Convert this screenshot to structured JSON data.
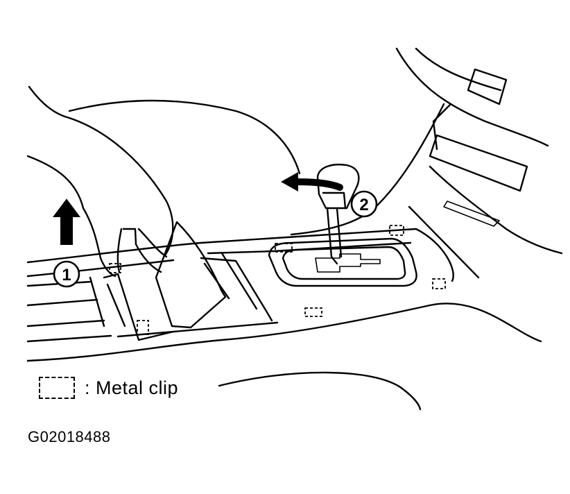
{
  "diagram": {
    "callouts": [
      {
        "id": "callout-1",
        "number": "1"
      },
      {
        "id": "callout-2",
        "number": "2"
      }
    ],
    "legend": {
      "symbol": "dashed-box",
      "text": ": Metal clip"
    },
    "figure_id": "G02018488"
  }
}
